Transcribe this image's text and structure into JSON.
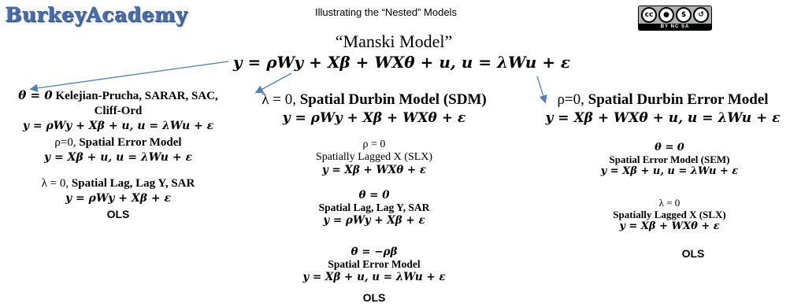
{
  "header": {
    "logo": "BurkeyAcademy",
    "title": "Illustrating the “Nested” Models",
    "license": {
      "icons": [
        "cc",
        "by",
        "nc",
        "sa"
      ],
      "labels": "BY  NC  SA"
    }
  },
  "manski": {
    "title": "“Manski Model”",
    "equation": "y = ρWy + Xβ + WXθ + u,  u = λWu + ε"
  },
  "left": {
    "cond1": "θ = 0",
    "name1": "Kelejian-Prucha, SARAR, SAC, Cliff-Ord",
    "eq1": "y = ρWy + Xβ + u,  u = λWu + ε",
    "cond2": "ρ=0,",
    "name2": "Spatial Error Model",
    "eq2": "y = Xβ + u,  u = λWu + ε",
    "cond3": "λ = 0,",
    "name3": "Spatial Lag, Lag Y, SAR",
    "eq3": "y = ρWy + Xβ + ε",
    "ols": "OLS"
  },
  "center": {
    "cond": "λ = 0,",
    "name": "Spatial Durbin Model (SDM)",
    "eq": "y = ρWy + Xβ + WXθ + ε",
    "b1_cond": "ρ = 0",
    "b1_name": "Spatially Lagged X (SLX)",
    "b1_eq": "y = Xβ + WXθ + ε",
    "b2_cond": "θ = 0",
    "b2_name": "Spatial Lag, Lag Y, SAR",
    "b2_eq": "y = ρWy + Xβ + ε",
    "b3_cond": "θ = −ρβ",
    "b3_name": "Spatial Error Model",
    "b3_eq": "y = Xβ + u, u = λWu + ε",
    "ols": "OLS"
  },
  "right": {
    "cond": "ρ=0,",
    "name": "Spatial Durbin Error Model",
    "eq": "y = Xβ + WXθ + u,  u = λWu + ε",
    "b1_cond": "θ = 0",
    "b1_name": "Spatial Error Model (SEM)",
    "b1_eq": "y = Xβ + u, u = λWu + ε",
    "b2_cond": "λ = 0",
    "b2_name": "Spatially Lagged X (SLX)",
    "b2_eq": "y = Xβ + WXθ + ε",
    "ols": "OLS"
  },
  "colors": {
    "arrow": "#4f81bd",
    "logo": "#4a6ea9"
  }
}
